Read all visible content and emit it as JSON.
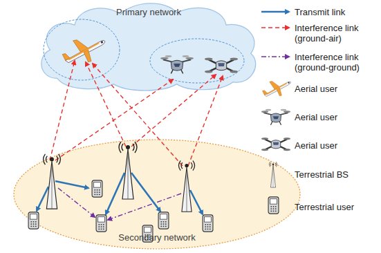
{
  "diagram": {
    "nodes": [
      {
        "text": [
          "Primary network"
        ]
      },
      {
        "text": [
          "Secondary network"
        ]
      }
    ],
    "legend": [
      {
        "text": "Transmit link"
      },
      {
        "text": "Interference link (ground-air)"
      },
      {
        "text": "Interference link (ground-ground)"
      },
      {
        "text": "Aerial user"
      },
      {
        "text": "Aerial user"
      },
      {
        "text": "Aerial user"
      },
      {
        "text": "Terrestrial BS"
      },
      {
        "text": "Terrestrial user"
      }
    ]
  }
}
